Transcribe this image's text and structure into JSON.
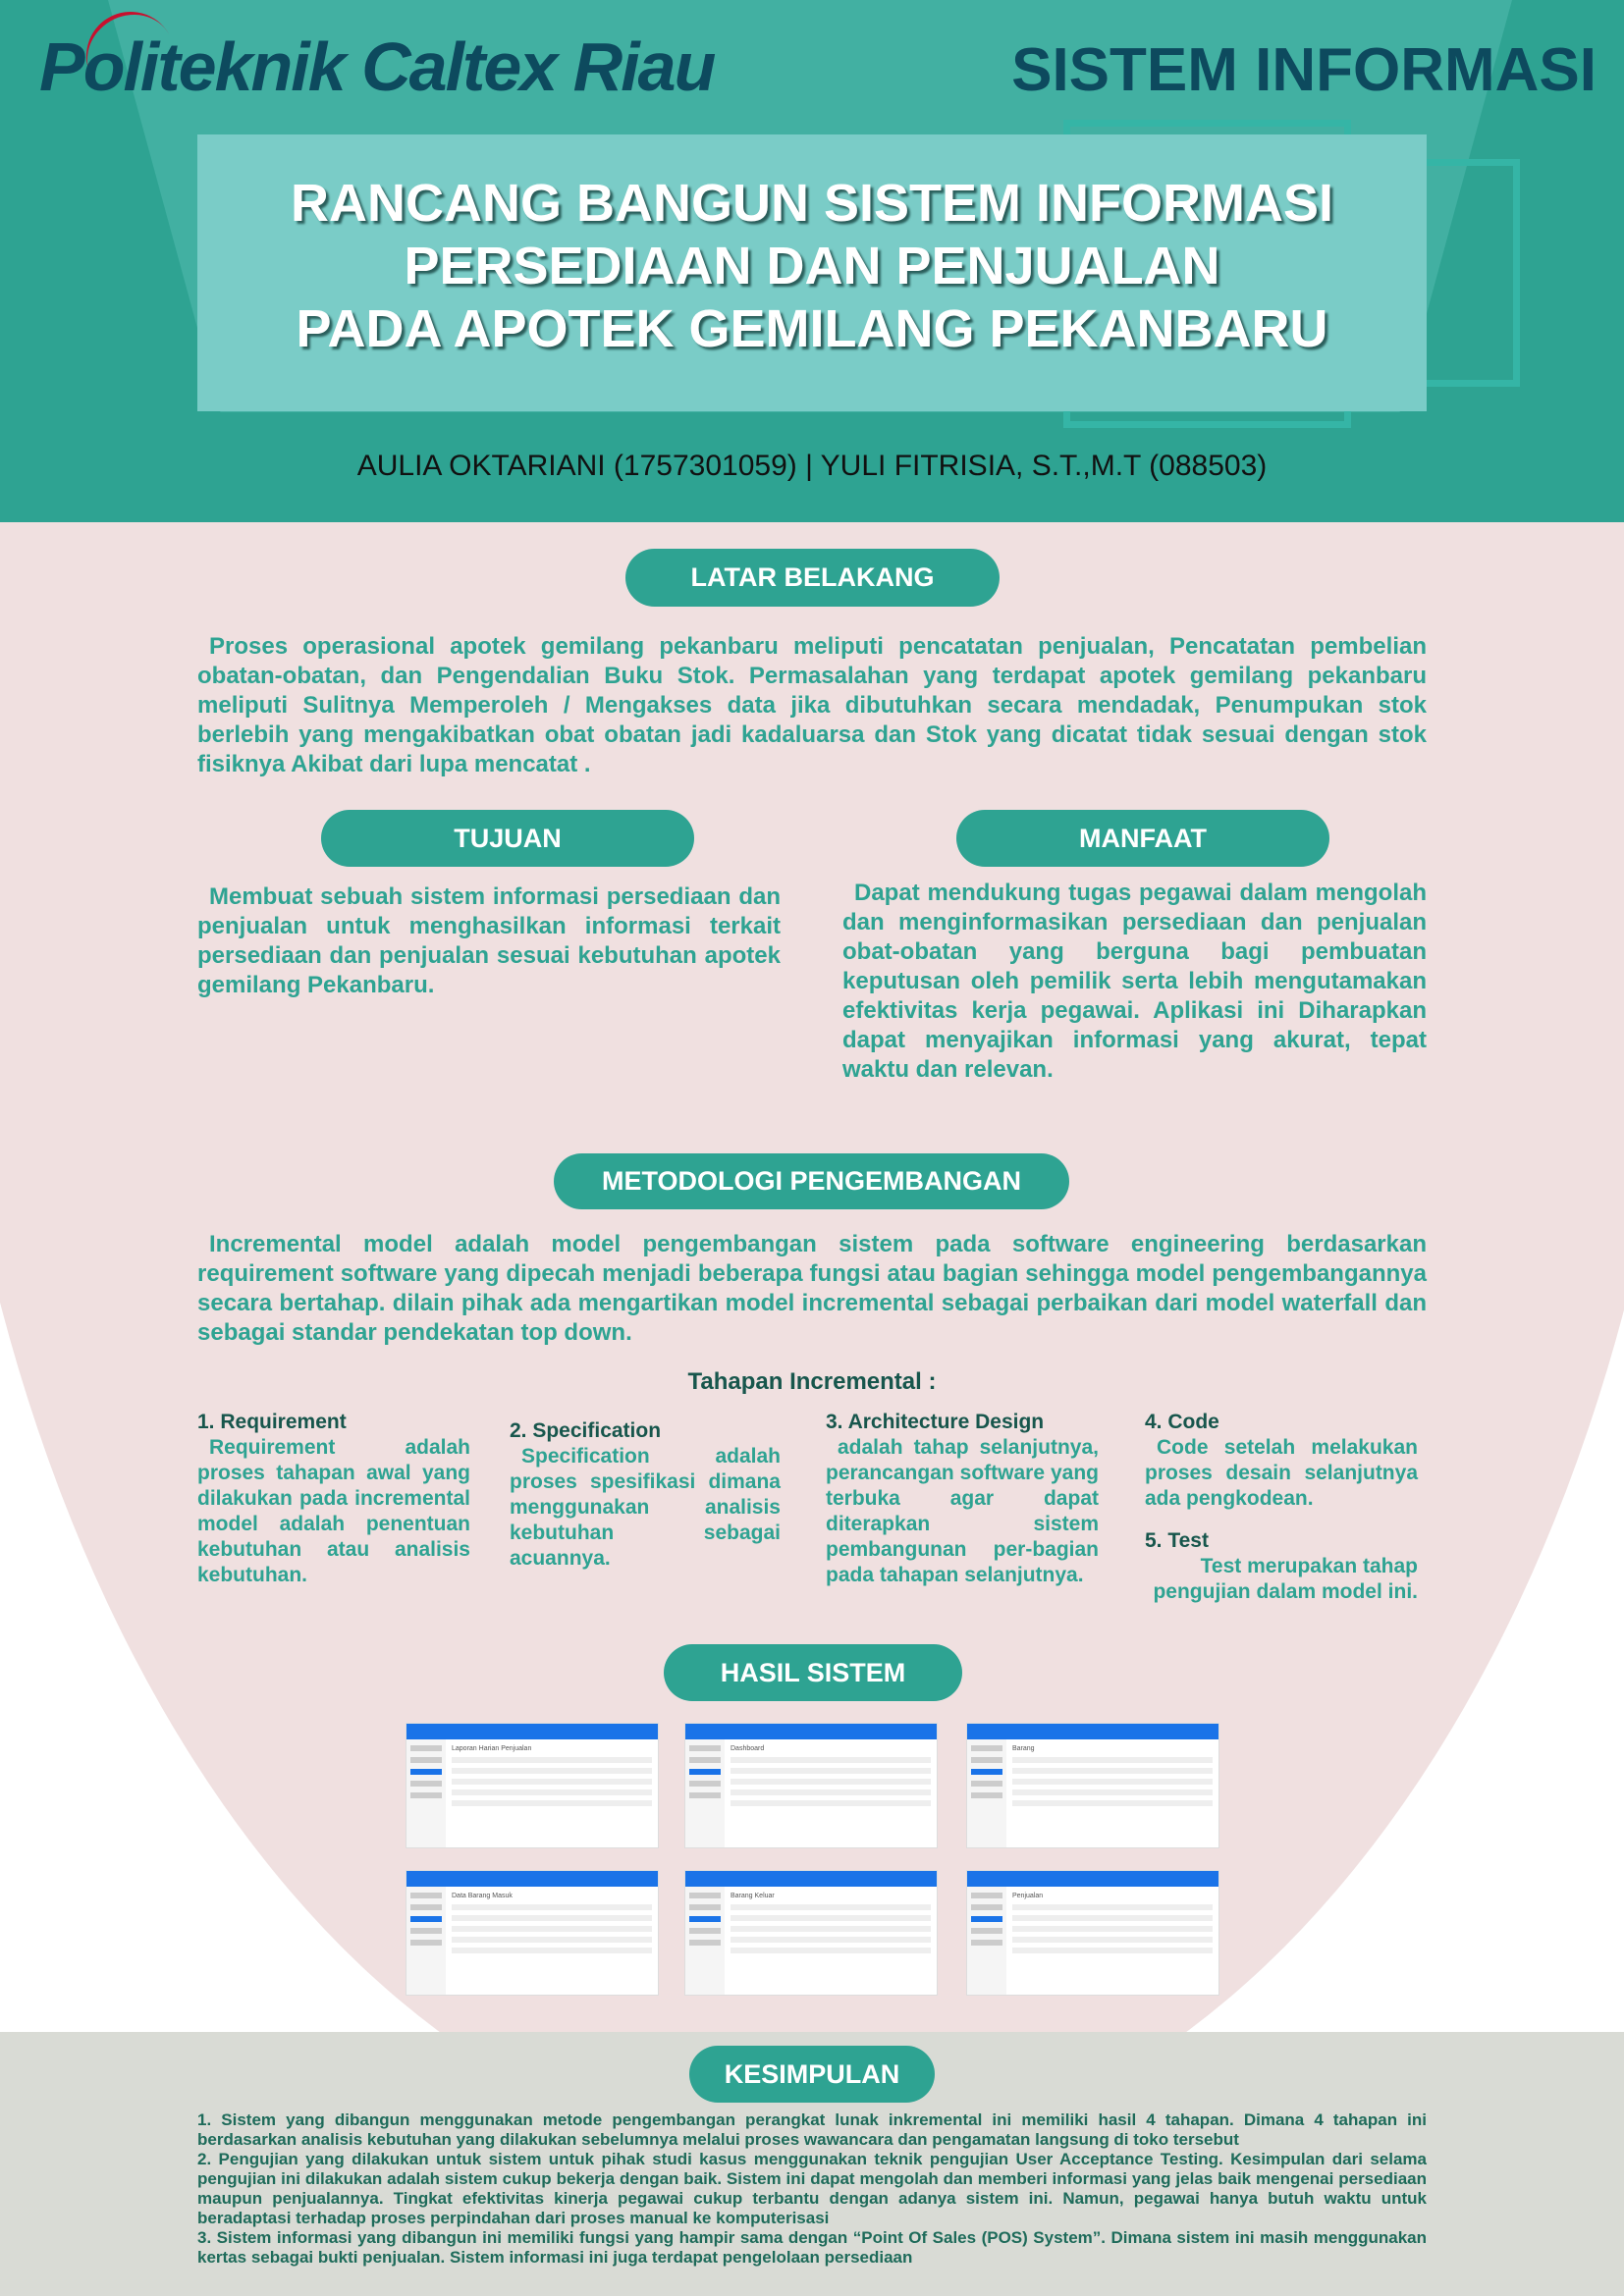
{
  "header": {
    "logo": "Politeknik Caltex Riau",
    "department": "SISTEM INFORMASI",
    "title_lines": [
      "RANCANG BANGUN SISTEM INFORMASI",
      "PERSEDIAAN DAN PENJUALAN",
      "PADA APOTEK GEMILANG PEKANBARU"
    ],
    "authors": "AULIA OKTARIANI (1757301059) | YULI FITRISIA, S.T.,M.T (088503)"
  },
  "latar": {
    "heading": "LATAR BELAKANG",
    "text": "Proses operasional apotek gemilang pekanbaru meliputi pencatatan penjualan, Pencatatan pembelian obatan-obatan, dan Pengendalian Buku Stok. Permasalahan yang terdapat apotek gemilang pekanbaru meliputi Sulitnya Memperoleh / Mengakses data jika dibutuhkan secara mendadak, Penumpukan stok berlebih yang mengakibatkan obat obatan jadi kadaluarsa dan Stok yang dicatat tidak sesuai dengan stok fisiknya Akibat dari lupa mencatat ."
  },
  "tujuan": {
    "heading": "TUJUAN",
    "text": "Membuat sebuah sistem informasi persediaan dan penjualan untuk menghasilkan informasi terkait persediaan dan penjualan sesuai kebutuhan apotek gemilang Pekanbaru."
  },
  "manfaat": {
    "heading": "MANFAAT",
    "text": "Dapat mendukung tugas pegawai dalam mengolah dan menginformasikan persediaan dan penjualan obat-obatan yang berguna bagi pembuatan keputusan oleh pemilik serta lebih mengutamakan efektivitas kerja pegawai. Aplikasi ini Diharapkan dapat menyajikan informasi yang akurat, tepat waktu dan relevan."
  },
  "metodologi": {
    "heading": "METODOLOGI PENGEMBANGAN",
    "text": "Incremental model adalah model pengembangan sistem pada software engineering berdasarkan requirement software yang dipecah menjadi beberapa fungsi atau bagian sehingga model pengembangannya secara bertahap. dilain pihak ada mengartikan model incremental sebagai perbaikan dari model waterfall dan sebagai standar pendekatan top down.",
    "subheading": "Tahapan Incremental :",
    "steps": [
      {
        "title": "1. Requirement",
        "text": "Requirement adalah proses tahapan awal yang dilakukan pada incremental model adalah penentuan kebutuhan atau analisis kebutuhan."
      },
      {
        "title": "2. Specification",
        "text": "Specification adalah proses spesifikasi dimana menggunakan analisis kebutuhan sebagai acuannya."
      },
      {
        "title": "3. Architecture Design",
        "text": "adalah tahap selanjutnya, perancangan software yang terbuka agar dapat diterapkan sistem pembangunan per-bagian pada tahapan selanjutnya."
      },
      {
        "title": "4. Code",
        "text": "Code setelah melakukan proses desain selanjutnya ada pengkodean."
      },
      {
        "title": "5. Test",
        "text": "Test merupakan tahap pengujian dalam model ini."
      }
    ]
  },
  "hasil": {
    "heading": "HASIL SISTEM",
    "screens": [
      "Laporan Harian Penjualan",
      "Dashboard",
      "Barang",
      "Data Barang Masuk",
      "Barang Keluar",
      "Penjualan"
    ]
  },
  "kesimpulan": {
    "heading": "KESIMPULAN",
    "items": [
      "1. Sistem yang dibangun menggunakan metode pengembangan perangkat lunak inkremental ini memiliki hasil 4 tahapan. Dimana 4 tahapan ini berdasarkan analisis kebutuhan yang dilakukan sebelumnya melalui proses wawancara dan pengamatan langsung di toko tersebut",
      "2. Pengujian yang dilakukan untuk sistem untuk pihak studi kasus menggunakan teknik pengujian User Acceptance Testing. Kesimpulan dari selama pengujian ini dilakukan adalah sistem cukup bekerja dengan baik. Sistem ini dapat mengolah dan memberi informasi yang jelas baik mengenai persediaan maupun penjualannya. Tingkat efektivitas kinerja pegawai cukup terbantu dengan adanya sistem ini. Namun, pegawai hanya butuh waktu untuk beradaptasi terhadap proses perpindahan dari proses manual ke komputerisasi",
      "3. Sistem informasi yang dibangun ini memiliki fungsi yang hampir sama dengan “Point Of Sales (POS) System”. Dimana sistem ini masih menggunakan kertas sebagai bukti penjualan. Sistem informasi ini juga terdapat pengelolaan persediaan"
    ]
  }
}
